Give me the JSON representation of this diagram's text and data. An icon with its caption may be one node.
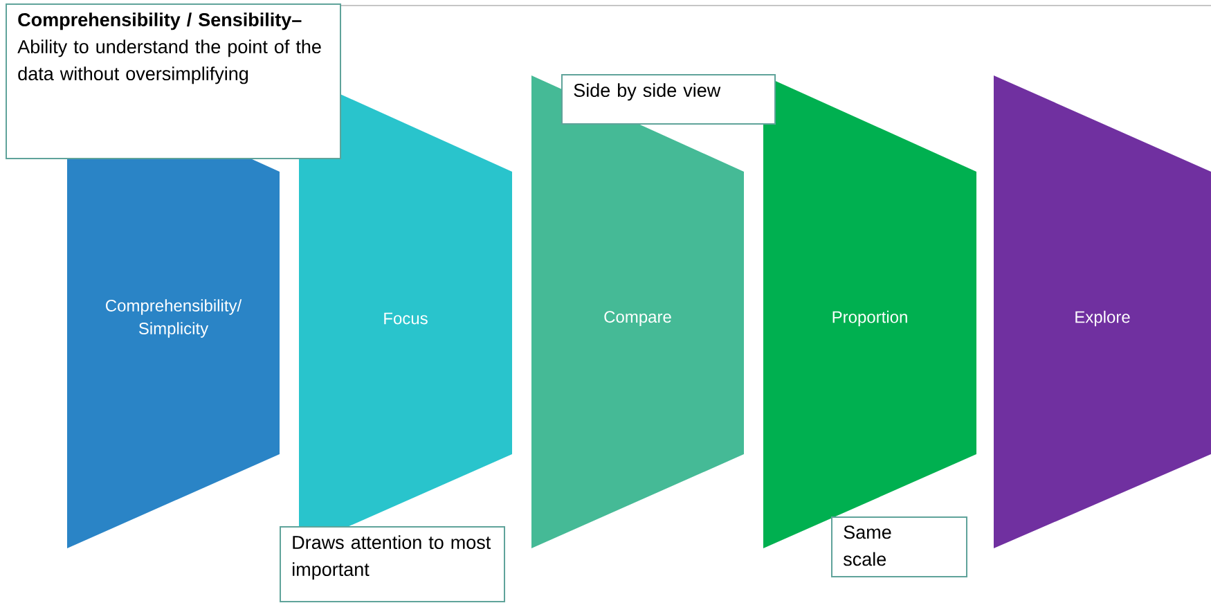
{
  "diagram": {
    "nodes": [
      {
        "text": [
          "**Comprehensibility / Sensibility–** Ability to understand the point of the data without oversimplifying"
        ]
      },
      {
        "text": [
          "Side by side view"
        ]
      },
      {
        "text": [
          "Comprehensibility/ Simplicity"
        ]
      },
      {
        "text": [
          "Focus"
        ]
      },
      {
        "text": [
          "Compare"
        ]
      },
      {
        "text": [
          "Proportion"
        ]
      },
      {
        "text": [
          "Explore"
        ]
      },
      {
        "text": [
          "Draws attention to most important"
        ]
      },
      {
        "text": [
          "Same scale"
        ]
      }
    ]
  }
}
